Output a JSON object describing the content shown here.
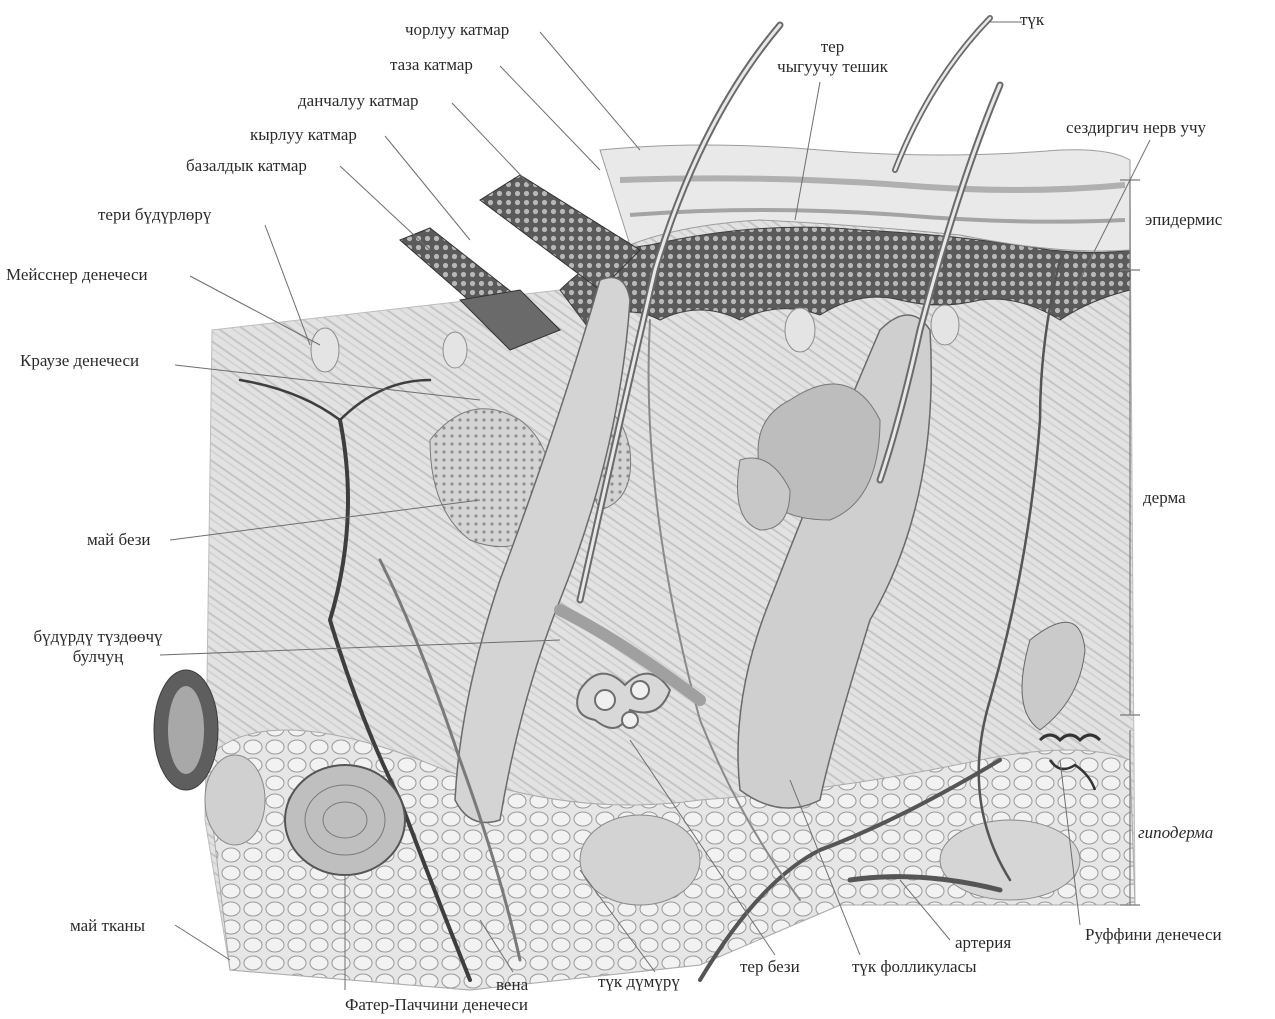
{
  "colors": {
    "ink": "#2a2a2a",
    "line": "#6e6e6e",
    "paper": "#ffffff",
    "tissue_dark": "#4a4a4a",
    "tissue_light": "#d9d9d9"
  },
  "labels": {
    "corluu": "чорлуу катмар",
    "taza": "таза катмар",
    "danchaluu": "данчалуу катмар",
    "kyrluu": "кырлуу катмар",
    "bazaldyk": "базалдык катмар",
    "teri_budurlor": "тери бүдүрлөрү",
    "meissner": "Мейсснер денечеси",
    "krauze": "Краузе денечеси",
    "mai_bezi": "май бези",
    "muscle_l1": "бүдүрдү түздөөчү",
    "muscle_l2": "булчуң",
    "mai_tkany": "май тканы",
    "vena": "вена",
    "fater": "Фатер-Паччини денечеси",
    "tuk_dumuru": "түк дүмүрү",
    "ter_bezi": "тер бези",
    "tuk_follikul": "түк фолликуласы",
    "arteriya": "артерия",
    "ruffini": "Руффини денечеси",
    "tuk": "түк",
    "ter_l1": "тер",
    "ter_l2": "чыгуучу тешик",
    "nerv": "сездиргич нерв учу",
    "epidermis": "эпидермис",
    "derma": "дерма",
    "gipoderma": "гиподерма"
  }
}
